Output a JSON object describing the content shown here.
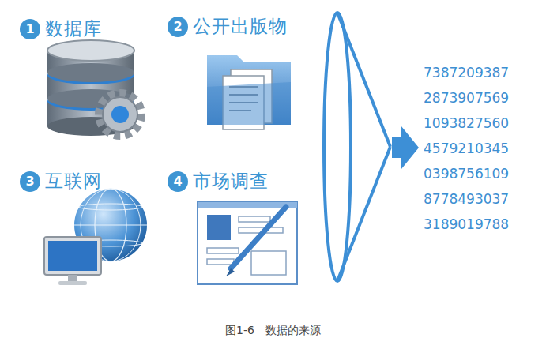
{
  "diagram": {
    "caption": "图1-6　数据的来源",
    "nodes": [
      {
        "text": [
          "1",
          "数据库"
        ]
      },
      {
        "text": [
          "2",
          "公开出版物"
        ]
      },
      {
        "text": [
          "3",
          "互联网"
        ]
      },
      {
        "text": [
          "4",
          "市场调查"
        ]
      }
    ],
    "labels": [
      "7387209387",
      "2873907569",
      "1093827560",
      "4579210345",
      "0398756109",
      "8778493037",
      "3189019788"
    ]
  }
}
